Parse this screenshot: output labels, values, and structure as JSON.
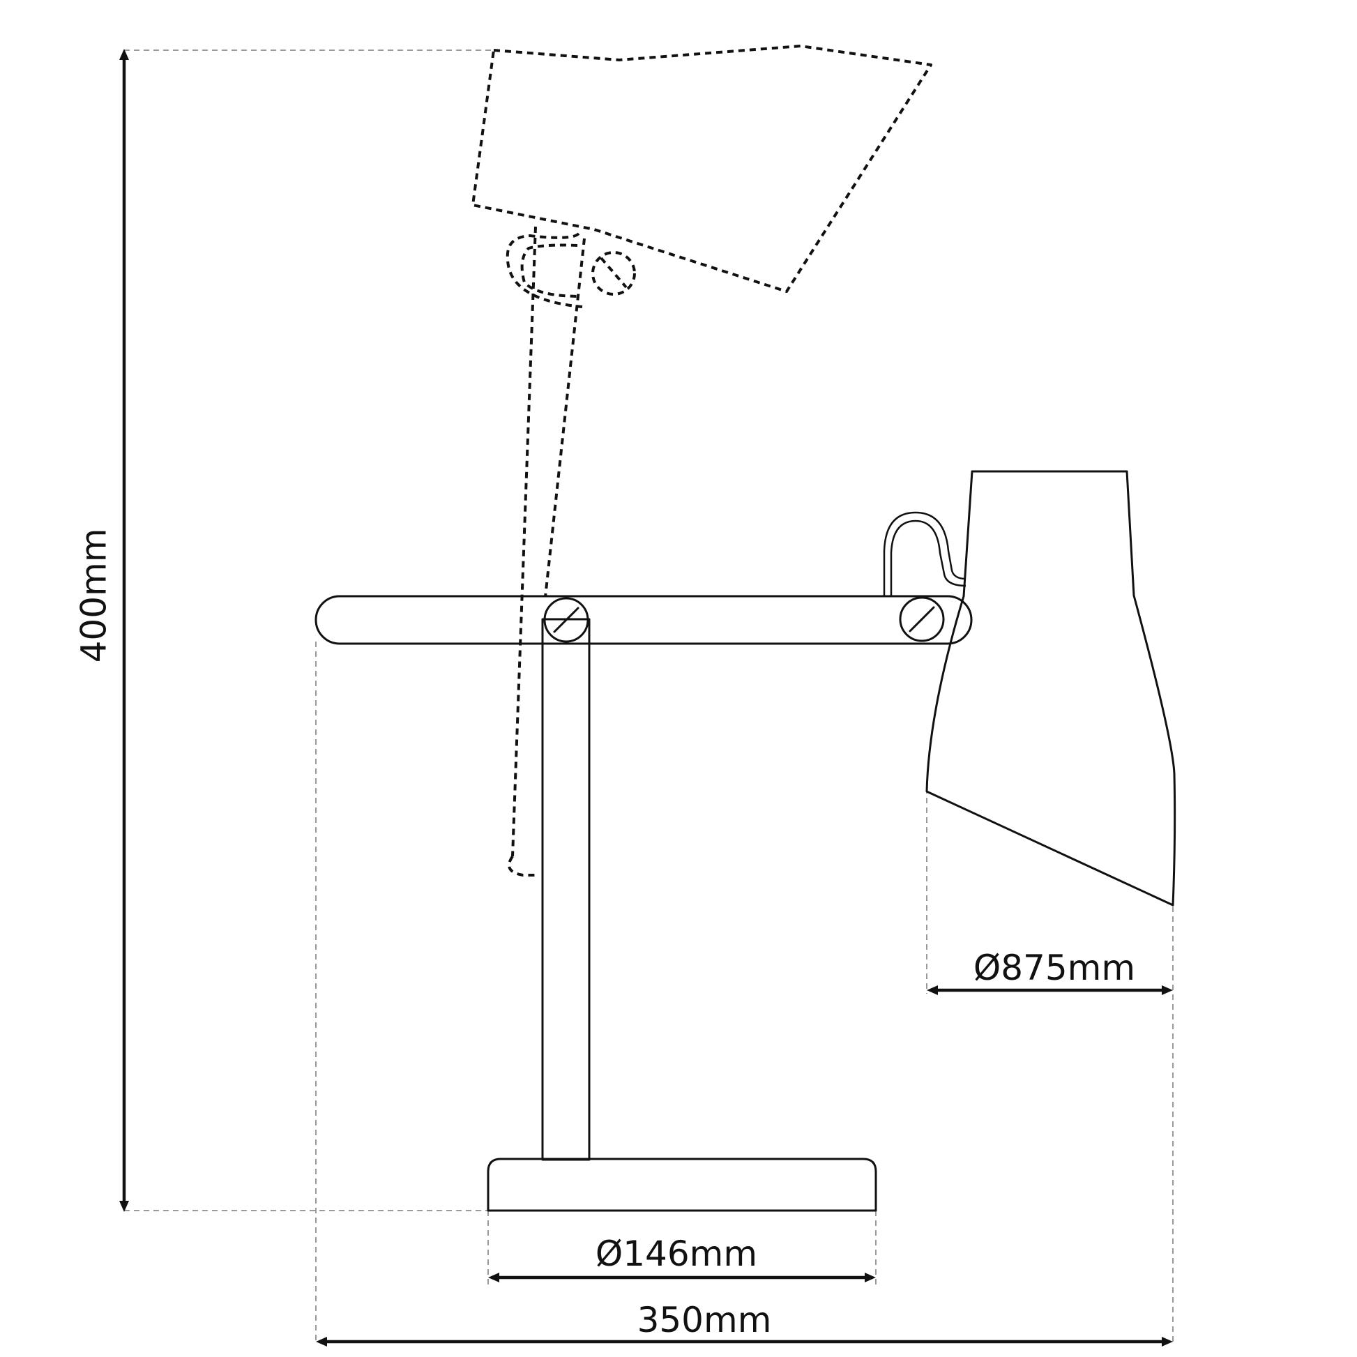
{
  "dimensions": {
    "height": "400mm",
    "base_diameter": "Ø146mm",
    "shade_diameter": "Ø875mm",
    "total_width": "350mm"
  }
}
